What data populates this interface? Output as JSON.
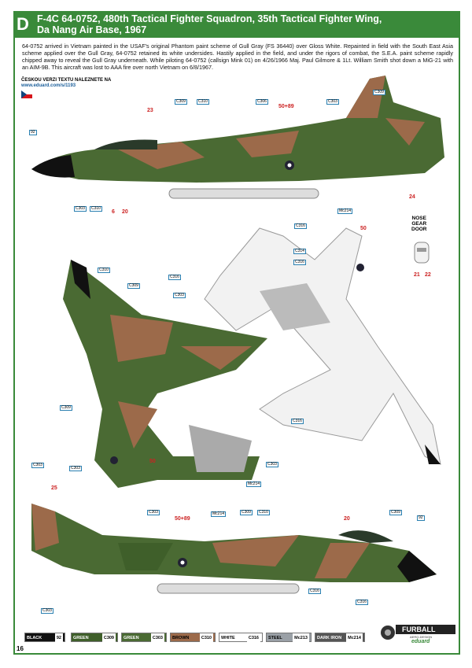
{
  "header": {
    "letter": "D",
    "title_line1": "F-4C 64-0752, 480th Tactical Fighter Squadron, 35th Tactical Fighter Wing,",
    "title_line2": "Da Nang Air Base, 1967"
  },
  "description": "64-0752 arrived in Vietnam painted in the USAF's original Phantom paint scheme of Gull Gray (FS 36440) over Gloss White. Repainted in field with the South East Asia scheme applied over the Gull Gray, 64-0752 retained its white undersides. Hastily applied in the field, and under the rigors of combat, the S.E.A. paint scheme rapidly chipped away to reveal the Gull Gray underneath. While piloting 64-0752 (callsign Mink 01) on 4/26/1966 Maj. Paul Gilmore & 1Lt. William Smith shot down a MiG-21 with an AIM-9B. This aircraft was lost to AAA fire over north Vietnam on 6/8/1967.",
  "czech": {
    "line1": "ČESKOU VERZI TEXTU NALEZNETE NA",
    "line2": "www.eduard.com/s/1193"
  },
  "nose_gear": {
    "l1": "NOSE",
    "l2": "GEAR",
    "l3": "DOOR",
    "n1": "21",
    "n2": "22"
  },
  "markers": {
    "m23": "23",
    "m5089a": "50+89",
    "m6": "6",
    "m20a": "20",
    "m24": "24",
    "m50a": "50",
    "m50b": "50",
    "m25": "25",
    "m5089b": "50+89",
    "m20b": "20"
  },
  "codes": [
    "92",
    "C309",
    "C310",
    "C306",
    "C303",
    "C309",
    "C303",
    "C310",
    "C316",
    "C314",
    "C316",
    "C316",
    "C316",
    "C314",
    "Mc214",
    "C310",
    "C309",
    "C303",
    "C303",
    "C316",
    "C309",
    "C303",
    "C316",
    "C303",
    "C303",
    "Mc214",
    "Mc214",
    "C303",
    "C309",
    "C310",
    "C306",
    "C309",
    "C310",
    "92",
    "C316",
    "C316",
    "C303"
  ],
  "legend": [
    {
      "name": "BLACK",
      "code": "92",
      "color": "#111"
    },
    {
      "name": "GREEN",
      "code": "C309",
      "color": "#3f5f2a"
    },
    {
      "name": "GREEN",
      "code": "C303",
      "color": "#4a6a33"
    },
    {
      "name": "BROWN",
      "code": "C310",
      "color": "#9c6a4a"
    },
    {
      "name": "WHITE",
      "code": "C316",
      "color": "#fff"
    },
    {
      "name": "STEEL",
      "code": "Mc213",
      "color": "#9aa0a6"
    },
    {
      "name": "DARK IRON",
      "code": "Mc214",
      "color": "#555"
    }
  ],
  "page_number": "16",
  "logo": {
    "l1": "FURBALL",
    "l2": "AERO-DESIGN",
    "l3": "eduard"
  }
}
